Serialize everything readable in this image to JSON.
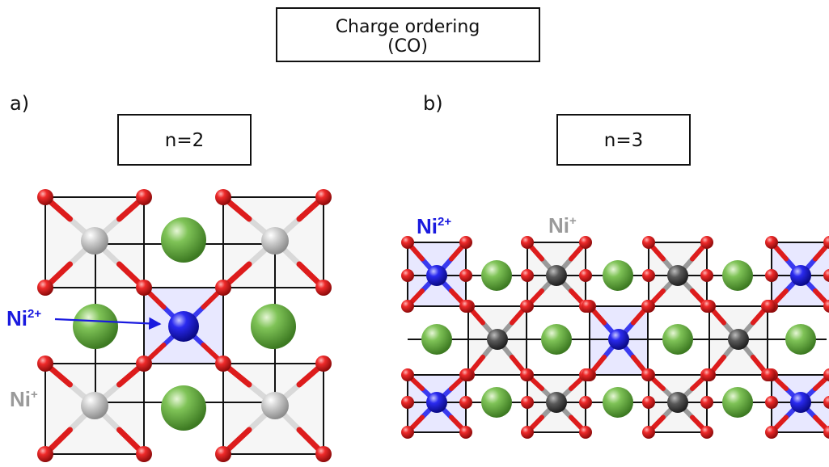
{
  "title": {
    "line1": "Charge ordering",
    "line2": "(CO)"
  },
  "panel_a": {
    "letter": "a)",
    "box_label": "n=2"
  },
  "panel_b": {
    "letter": "b)",
    "box_label": "n=3"
  },
  "labels": {
    "ni2_base": "Ni",
    "ni2_charge": "2+",
    "ni1_base": "Ni",
    "ni1_charge": "+"
  },
  "colors": {
    "ni2": "#1a1adf",
    "ni1_a": "#bdbdbd",
    "ni1_b": "#555555",
    "oxygen": "#dd1c1c",
    "la": "#4f9a2e",
    "box_line": "#111111"
  }
}
